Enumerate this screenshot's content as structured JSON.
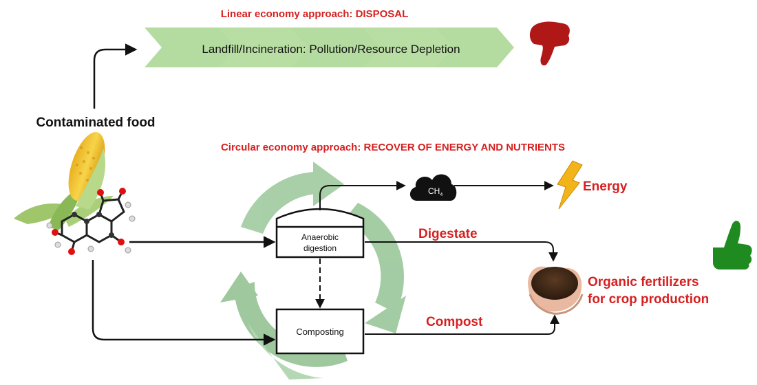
{
  "linear": {
    "title": "Linear economy approach: DISPOSAL",
    "banner": "Landfill/Incineration: Pollution/Resource Depletion"
  },
  "source": {
    "label": "Contaminated food"
  },
  "circular": {
    "title": "Circular economy approach: RECOVER OF ENERGY AND NUTRIENTS"
  },
  "process": {
    "anaerobic_line1": "Anaerobic",
    "anaerobic_line2": "digestion",
    "composting": "Composting"
  },
  "outputs": {
    "methane": "CH",
    "methane_sub": "4",
    "energy": "Energy",
    "digestate": "Digestate",
    "compost": "Compost",
    "fertilizer_line1": "Organic fertilizers",
    "fertilizer_line2": "for crop production"
  },
  "colors": {
    "accent_red": "#d62020",
    "banner_green": "#b5dca0",
    "cycle_green": "#8cc08c",
    "thumb_down": "#b01818",
    "thumb_up": "#1f8a1f",
    "lightning": "#f2b418"
  },
  "icons": [
    "corn-icon",
    "molecule-icon",
    "cloud-icon",
    "lightning-icon",
    "soil-hands-icon",
    "thumbs-down-icon",
    "thumbs-up-icon",
    "recycle-cycle-icon"
  ]
}
